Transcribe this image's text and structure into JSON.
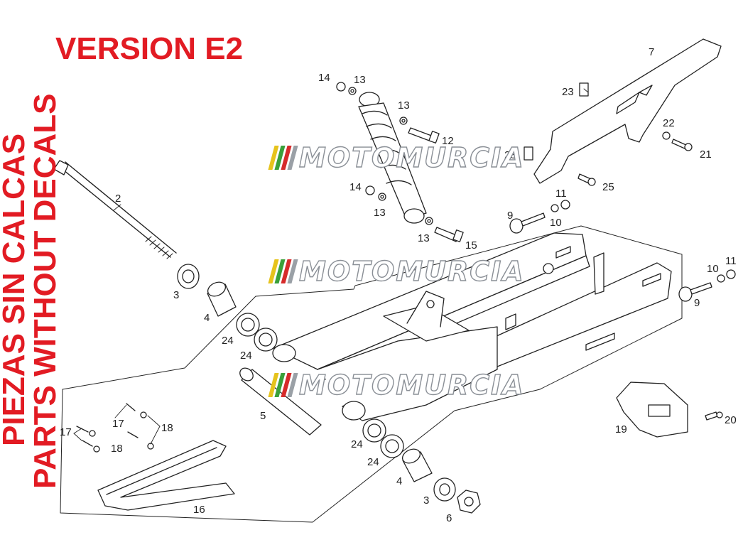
{
  "titles": {
    "version": "VERSION E2",
    "vertical_es": "PIEZAS SIN CALCAS",
    "vertical_en": "PARTS WITHOUT DECALS"
  },
  "watermark": {
    "text": "MOTOMURCIA",
    "stripe_colors": [
      "#e6c31c",
      "#3aa03a",
      "#d62b2b",
      "#9aa0a6"
    ]
  },
  "colors": {
    "title_red": "#e21b23",
    "line": "#222222"
  },
  "callouts": {
    "c2": "2",
    "c3a": "3",
    "c4a": "4",
    "c5": "5",
    "c24a": "24",
    "c24b": "24",
    "c24c": "24",
    "c24d": "24",
    "c4b": "4",
    "c3b": "3",
    "c6": "6",
    "c14a": "14",
    "c13a": "13",
    "c13b": "13",
    "c12": "12",
    "c14b": "14",
    "c13c": "13",
    "c13d": "13",
    "c15": "15",
    "c7": "7",
    "c23a": "23",
    "c23b": "23",
    "c22": "22",
    "c21": "21",
    "c25": "25",
    "c11a": "11",
    "c9a": "9",
    "c10a": "10",
    "c10b": "10",
    "c11b": "11",
    "c9b": "9",
    "c17a": "17",
    "c17b": "17",
    "c18a": "18",
    "c18b": "18",
    "c16": "16",
    "c19": "19",
    "c20": "20"
  }
}
